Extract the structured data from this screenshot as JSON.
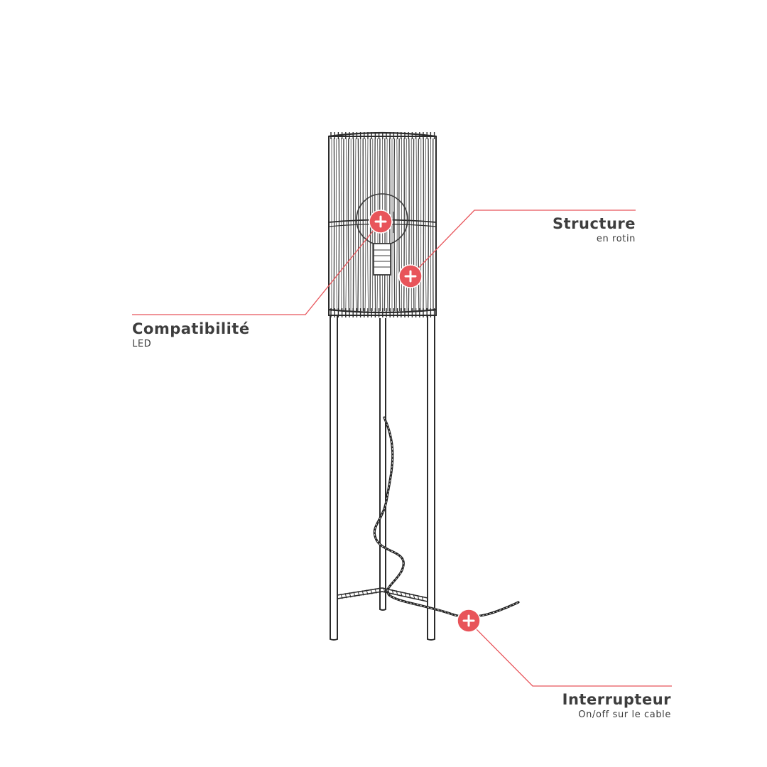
{
  "accent_color": "#e8545a",
  "line_color": "#2b2b2b",
  "hotspot_icon": "plus-icon",
  "annotations": [
    {
      "id": "compatibilite",
      "title": "Compatibilité",
      "subtitle": "LED"
    },
    {
      "id": "structure",
      "title": "Structure",
      "subtitle": "en rotin"
    },
    {
      "id": "interrupteur",
      "title": "Interrupteur",
      "subtitle": "On/off sur le cable"
    }
  ]
}
